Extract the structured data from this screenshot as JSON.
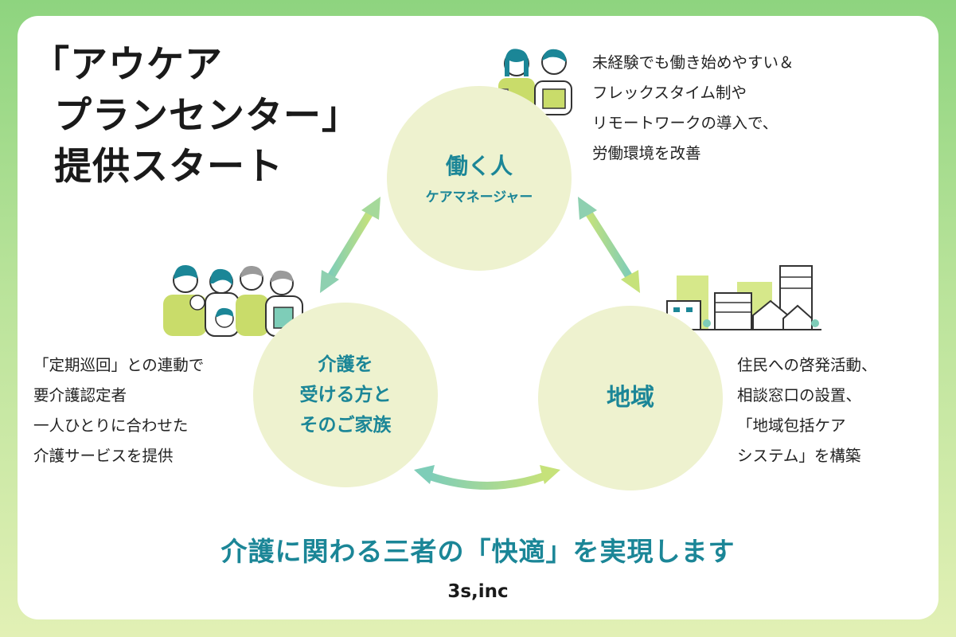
{
  "title": {
    "lines": [
      "「アウケア",
      "プランセンター」",
      "提供スタート"
    ]
  },
  "circles": {
    "worker": {
      "title": "働く人",
      "subtitle": "ケアマネージャー"
    },
    "family": {
      "lines": [
        "介護を",
        "受ける方と",
        "そのご家族"
      ]
    },
    "area": {
      "title": "地域"
    }
  },
  "descriptions": {
    "worker": [
      "未経験でも働き始めやすい＆",
      "フレックスタイム制や",
      "リモートワークの導入で、",
      "労働環境を改善"
    ],
    "family": [
      "「定期巡回」との連動で",
      "要介護認定者",
      "一人ひとりに合わせた",
      "介護サービスを提供"
    ],
    "area": [
      "住民への啓発活動、",
      "相談窓口の設置、",
      "「地域包括ケア",
      "システム」を構築"
    ]
  },
  "tagline": "介護に関わる三者の「快適」を実現します",
  "company": "3s,inc",
  "colors": {
    "accent_teal": "#1b8697",
    "circle_fill": "#eef2cf",
    "arrow_start": "#7ecdb8",
    "arrow_end": "#c6e27a",
    "background_top": "#8ed47f",
    "background_bottom": "#e2f0b5"
  },
  "icons": [
    "care-workers-illustration",
    "family-illustration",
    "buildings-illustration",
    "bidirectional-arrow"
  ]
}
